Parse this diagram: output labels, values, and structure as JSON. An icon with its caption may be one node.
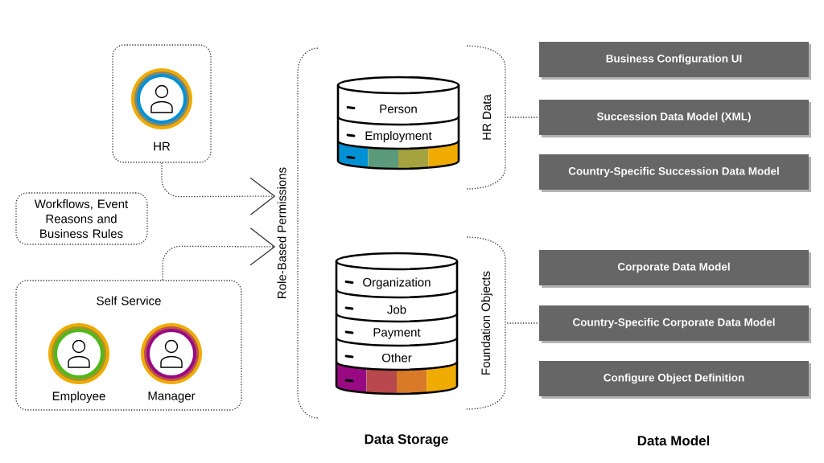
{
  "diagram": {
    "nodes": [
      {
        "text": [
          "HR"
        ]
      },
      {
        "text": [
          "Workflows, Event Reasons and Business Rules"
        ]
      },
      {
        "text": [
          "Self Service"
        ]
      },
      {
        "text": [
          "Employee"
        ],
        "in": 2
      },
      {
        "text": [
          "Manager"
        ],
        "in": 2
      },
      {
        "text": [
          "Role-Based Permissions"
        ]
      },
      {
        "text": [
          "Person",
          "Employment"
        ]
      },
      {
        "text": [
          "HR Data"
        ]
      },
      {
        "text": [
          "Organization",
          "Job",
          "Payment",
          "Other"
        ]
      },
      {
        "text": [
          "Foundation Objects"
        ]
      },
      {
        "text": [
          "Business Configuration UI"
        ]
      },
      {
        "text": [
          "Succession Data Model (XML)"
        ]
      },
      {
        "text": [
          "Country-Specific Succession Data Model"
        ]
      },
      {
        "text": [
          "Corporate Data Model"
        ]
      },
      {
        "text": [
          "Country-Specific Corporate Data Model"
        ]
      },
      {
        "text": [
          "Configure Object Definition"
        ]
      }
    ],
    "edges": [
      {
        "from": 0,
        "to": 5,
        "arrow": "to",
        "style": "dashed"
      },
      {
        "from": 2,
        "to": 5,
        "arrow": "to",
        "style": "dashed"
      },
      {
        "from": 7,
        "to": 11,
        "arrow": "none",
        "style": "dashed"
      },
      {
        "from": 9,
        "to": 14,
        "arrow": "none",
        "style": "dashed"
      }
    ],
    "labels": [
      "Data Storage",
      "Data Model"
    ]
  }
}
